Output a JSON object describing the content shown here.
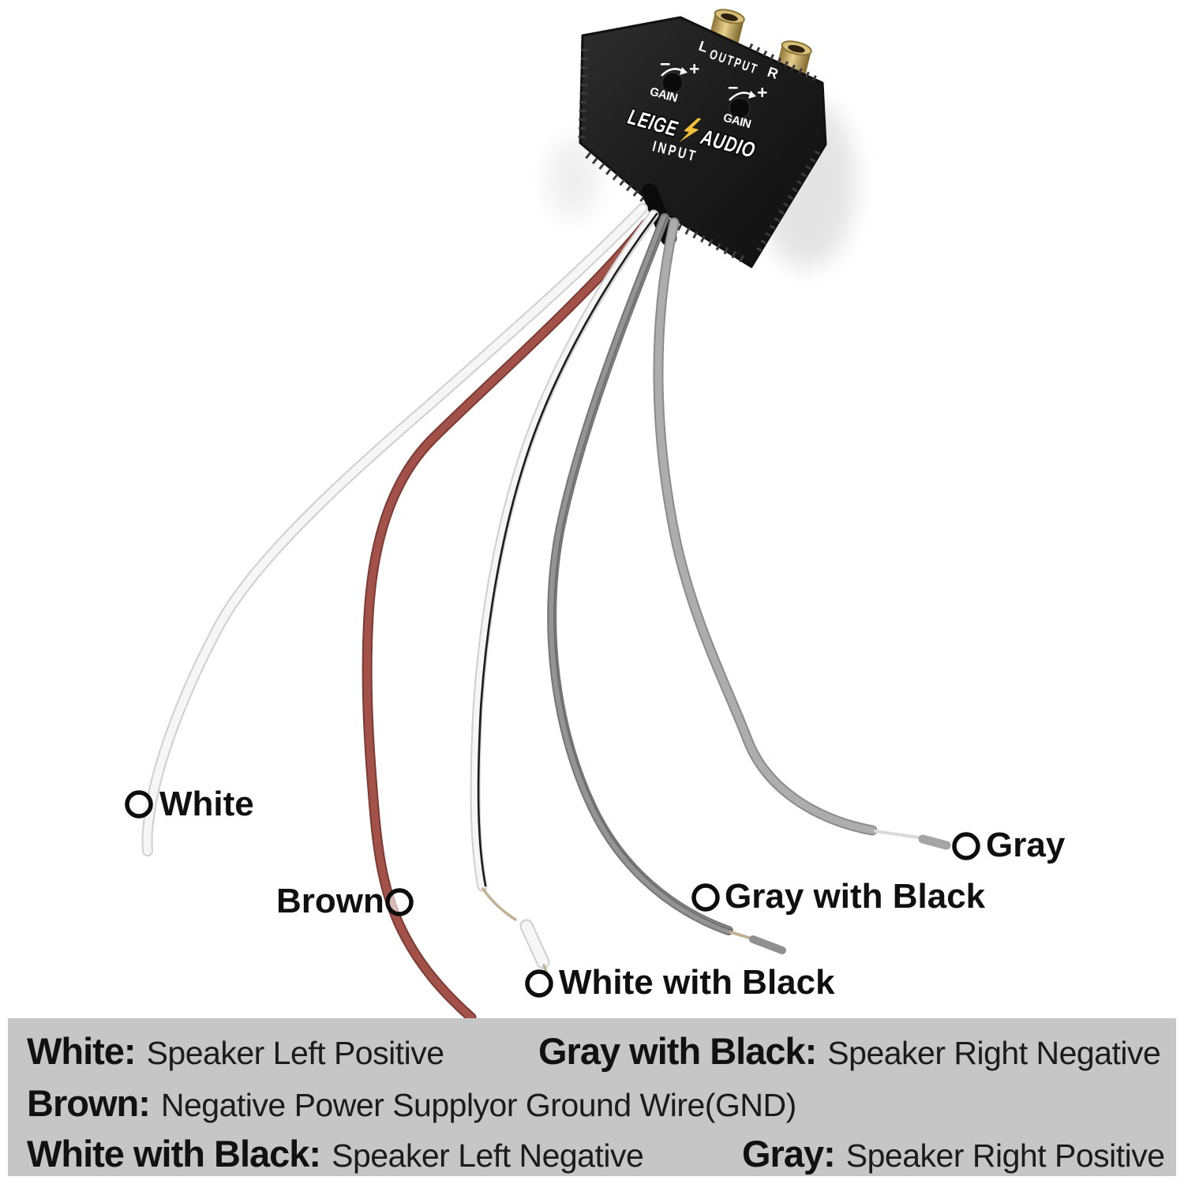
{
  "page": {
    "background": "#ffffff"
  },
  "device": {
    "body_color": "#1d1d1d",
    "jack_color": "#d8bf7d",
    "bolt_color": "#f2c13a",
    "output_left": "L",
    "output_label": "OUTPUT",
    "output_right": "R",
    "gain_label": "GAIN",
    "minus": "−",
    "plus": "+",
    "brand_first": "LEIGE",
    "brand_second": "AUDIO",
    "input_label": "INPUT"
  },
  "wires": [
    {
      "label": "White",
      "color": "#f6f6f6"
    },
    {
      "label": "Brown",
      "color": "#a3524a"
    },
    {
      "label": "White with Black",
      "color": "#f6f6f6",
      "stripe_color": "#1c1c1c"
    },
    {
      "label": "Gray with Black",
      "color": "#949494",
      "stripe_color": "#6e6e6e"
    },
    {
      "label": "Gray",
      "color": "#adadad"
    }
  ],
  "legend": {
    "background": "#c6c6c6",
    "rows": [
      {
        "items": [
          {
            "term": "White:",
            "desc": "Speaker Left Positive"
          },
          {
            "term": "Gray with Black:",
            "desc": "Speaker Right Negative"
          }
        ]
      },
      {
        "items": [
          {
            "term": "Brown:",
            "desc": "Negative Power Supplyor Ground Wire(GND)"
          }
        ]
      },
      {
        "items": [
          {
            "term": "White with Black:",
            "desc": "Speaker Left Negative"
          },
          {
            "term": "Gray:",
            "desc": "Speaker Right Positive"
          }
        ]
      }
    ]
  }
}
